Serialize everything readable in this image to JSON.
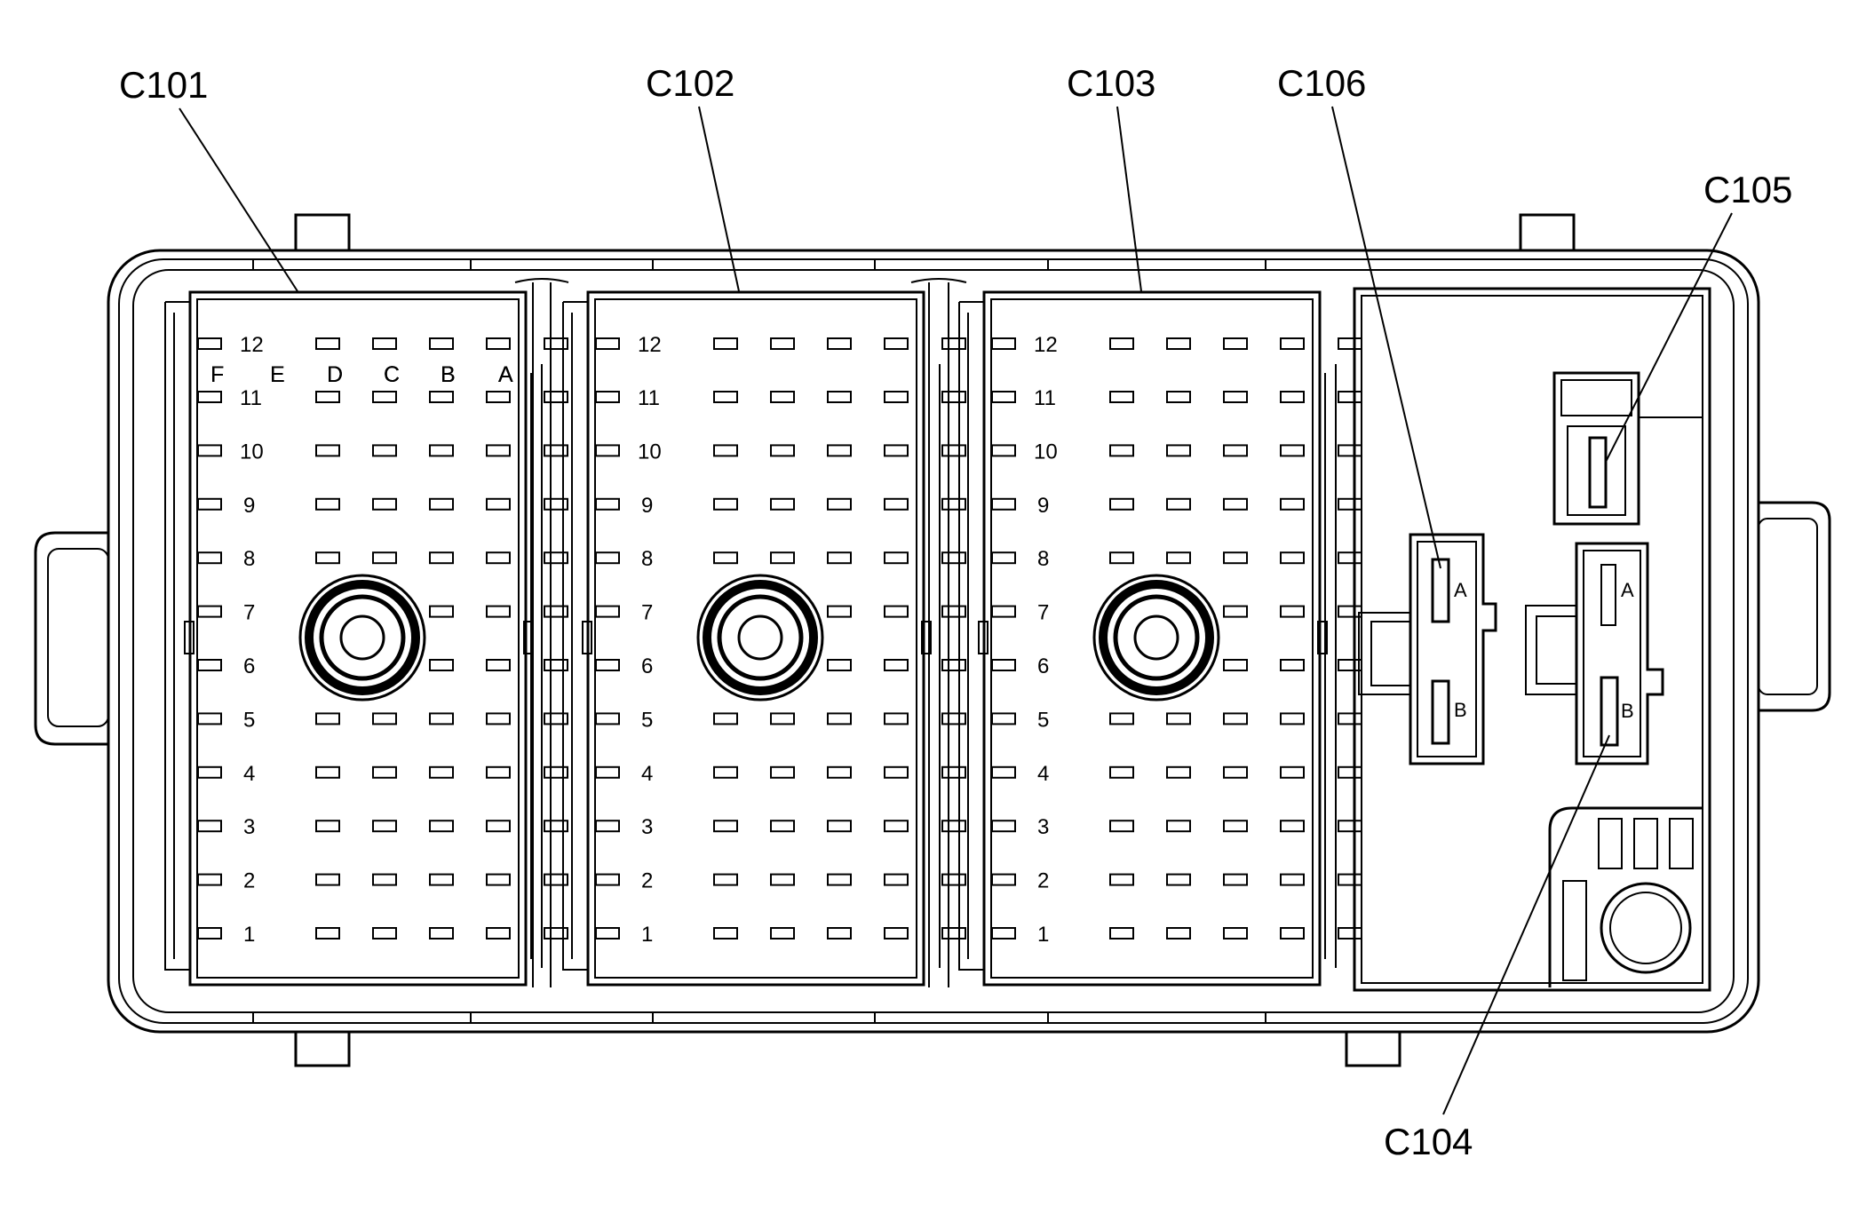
{
  "callouts": {
    "c101": "C101",
    "c102": "C102",
    "c103": "C103",
    "c106": "C106",
    "c105": "C105",
    "c104": "C104"
  },
  "column_labels": [
    "F",
    "E",
    "D",
    "C",
    "B",
    "A"
  ],
  "row_labels": [
    "12",
    "11",
    "10",
    "9",
    "8",
    "7",
    "6",
    "5",
    "4",
    "3",
    "2",
    "1"
  ],
  "small_connector_cavities": {
    "a": "A",
    "b": "B"
  }
}
